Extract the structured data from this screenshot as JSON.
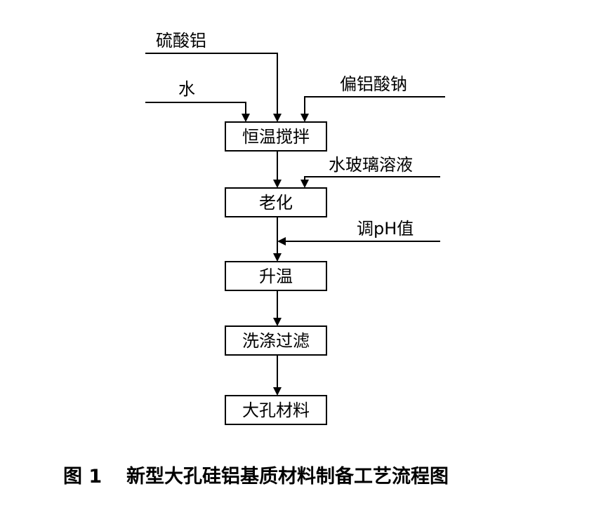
{
  "inputs": {
    "aluminum_sulfate": "硫酸铝",
    "water": "水",
    "sodium_metaaluminate": "偏铝酸钠",
    "water_glass": "水玻璃溶液",
    "ph_adjust": "调pH值"
  },
  "steps": [
    {
      "label": "恒温搅拌"
    },
    {
      "label": "老化"
    },
    {
      "label": "升温"
    },
    {
      "label": "洗涤过滤"
    },
    {
      "label": "大孔材料"
    }
  ],
  "caption": {
    "figure_no": "图 1",
    "title": "新型大孔硅铝基质材料制备工艺流程图"
  }
}
